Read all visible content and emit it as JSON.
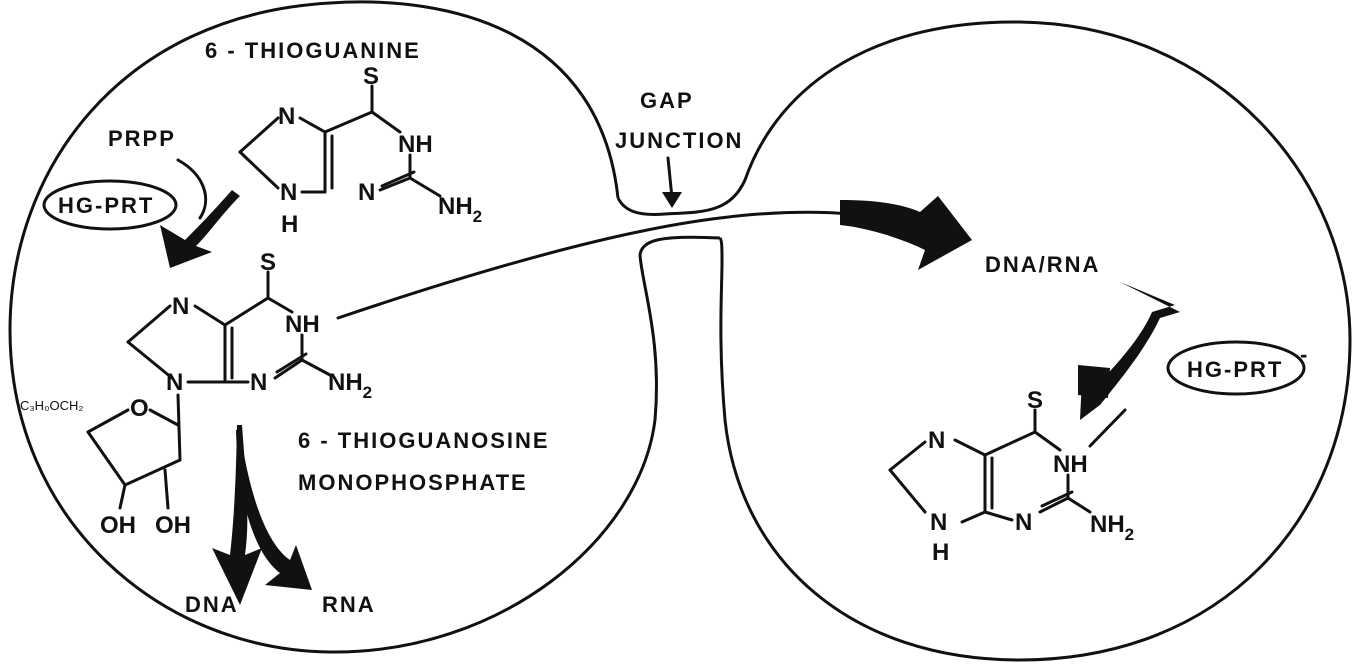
{
  "labels": {
    "thioguanine": "6 - THIOGUANINE",
    "prpp": "PRPP",
    "hgprt_left": "HG-PRT",
    "hgprt_right": "HG-PRT",
    "hgprt_right_mark": "-",
    "gap": "GAP",
    "junction": "JUNCTION",
    "dna_rna_right": "DNA/RNA",
    "monophosphate_line1": "6 - THIOGUANOSINE",
    "monophosphate_line2": "MONOPHOSPHATE",
    "dna": "DNA",
    "rna": "RNA",
    "sugar_group": "C₃H₀OCH₂"
  },
  "atoms": {
    "s": "S",
    "n": "N",
    "nh": "NH",
    "h": "H",
    "o": "O",
    "oh": "OH",
    "nh2_base": "NH",
    "nh2_sub": "2"
  },
  "colors": {
    "ink": "#111111",
    "background": "#ffffff"
  }
}
